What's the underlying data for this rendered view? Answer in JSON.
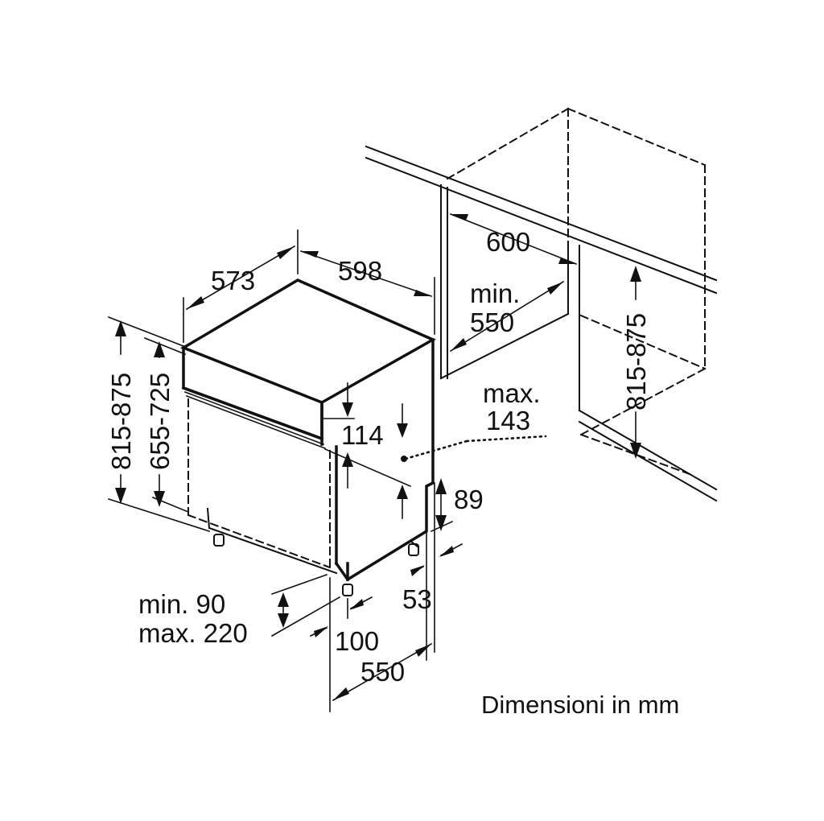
{
  "labels": {
    "d573": "573",
    "d598": "598",
    "d600": "600",
    "min550_1": "min.",
    "min550_2": "550",
    "max143_1": "max.",
    "max143_2": "143",
    "h_left_outer": "815-875",
    "h_left_inner": "655-725",
    "h_right": "815-875",
    "d114": "114",
    "d89": "89",
    "d53": "53",
    "d100": "100",
    "d550": "550",
    "plinth_1": "min. 90",
    "plinth_2": "max. 220",
    "caption": "Dimensioni in mm"
  }
}
